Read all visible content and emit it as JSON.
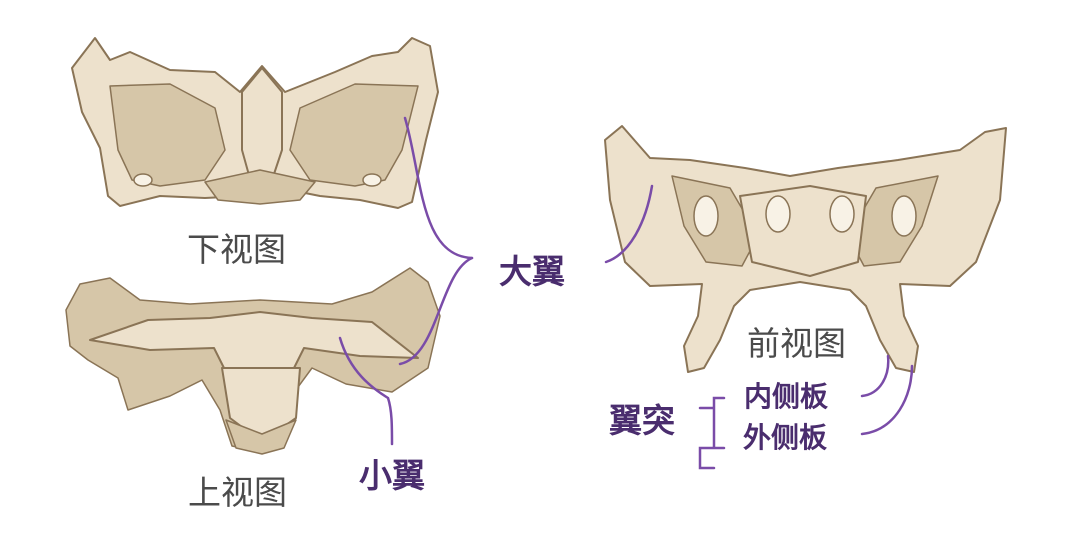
{
  "views": {
    "bottom": "下视图",
    "top": "上视图",
    "front": "前视图"
  },
  "parts": {
    "greater_wing": "大翼",
    "lesser_wing": "小翼",
    "pterygoid_process": "翼突",
    "medial_plate": "内侧板",
    "lateral_plate": "外侧板"
  },
  "colors": {
    "bone": "#ede1cc",
    "bone_shadow": "#d6c6a8",
    "bone_outline": "#8a7456",
    "label_line": "#7a4ca8",
    "view_text": "#4b4b4b",
    "part_text": "#4a2d6e"
  }
}
